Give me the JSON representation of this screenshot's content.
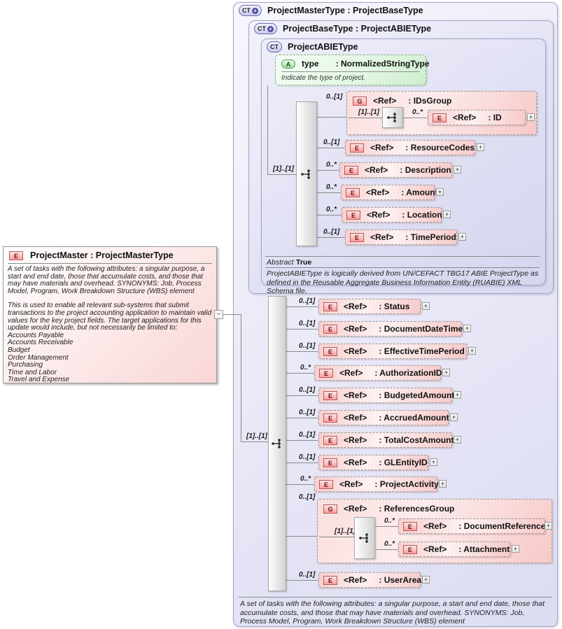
{
  "colors": {
    "panel_lavender": "#e6e6f7",
    "element_pink": "#f9cfcf",
    "attribute_green": "#e2f6e2",
    "line_gray": "#8a8a8a"
  },
  "left_element": {
    "badge": "E",
    "title": "ProjectMaster : ProjectMasterType",
    "annotation": {
      "p1": "A set of tasks with the following attributes: a singular purpose, a start and end date, those that accumulate costs, and those that may have materials and overhead. SYNONYMS: Job, Process Model, Program, Work Breakdown Structure (WBS) element",
      "p2": "This is used to enable all relevant sub-systems that submit transactions to the project accounting application to maintain valid values for the key project fields.  The target applications for this update would include, but not necessarily be limited to:",
      "list": [
        "Accounts Payable",
        "Accounts Receivable",
        "Budget",
        "Order Management",
        "Purchasing",
        "Time and Labor",
        "Travel and Expense"
      ]
    }
  },
  "connector": {
    "collapse_glyph": "−"
  },
  "outer": {
    "badge": "CT",
    "badge_plus": "+",
    "title": "ProjectMasterType : ProjectBaseType",
    "occurrence": "[1]..[1]",
    "annotation": "A set of tasks with the following attributes: a singular purpose, a start and end date, those that accumulate costs, and those that may have materials and overhead. SYNONYMS: Job, Process Model, Program, Work Breakdown Structure (WBS) element"
  },
  "base": {
    "badge": "CT",
    "badge_plus": "+",
    "title": "ProjectBaseType : ProjectABIEType"
  },
  "abie": {
    "badge": "CT",
    "title": "ProjectABIEType",
    "occurrence": "[1]..[1]",
    "attribute": {
      "badge": "A",
      "name": "type",
      "type": ": NormalizedStringType",
      "annotation": "Indicate the type of project."
    },
    "abstract_label": "Abstract",
    "abstract_value": "True",
    "annotation": "ProjectABIEType is logically derived from UN/CEFACT TBG17 ABIE ProjectType as defined in the Reusable Aggregate Business Information Entity (RUABIE) XML Schema file."
  },
  "ids_group": {
    "occurs": "0..[1]",
    "badge": "G",
    "ref": "<Ref>",
    "name": ": IDsGroup",
    "inner_occurs": "[1]..[1]",
    "child": {
      "occurs": "0..*",
      "badge": "E",
      "ref": "<Ref>",
      "name": ": ID",
      "expand": "+"
    }
  },
  "abie_elements": [
    {
      "occurs": "0..[1]",
      "badge": "E",
      "ref": "<Ref>",
      "name": ": ResourceCodes",
      "expand": "+"
    },
    {
      "occurs": "0..*",
      "badge": "E",
      "ref": "<Ref>",
      "name": ": Description",
      "expand": "+"
    },
    {
      "occurs": "0..*",
      "badge": "E",
      "ref": "<Ref>",
      "name": ": Amount",
      "expand": "+"
    },
    {
      "occurs": "0..*",
      "badge": "E",
      "ref": "<Ref>",
      "name": ": Location",
      "expand": "+"
    },
    {
      "occurs": "0..[1]",
      "badge": "E",
      "ref": "<Ref>",
      "name": ": TimePeriod",
      "expand": "+"
    }
  ],
  "master_elements": [
    {
      "occurs": "0..[1]",
      "badge": "E",
      "ref": "<Ref>",
      "name": ": Status",
      "expand": "+"
    },
    {
      "occurs": "0..[1]",
      "badge": "E",
      "ref": "<Ref>",
      "name": ": DocumentDateTime",
      "expand": "+"
    },
    {
      "occurs": "0..[1]",
      "badge": "E",
      "ref": "<Ref>",
      "name": ": EffectiveTimePeriod",
      "expand": "+"
    },
    {
      "occurs": "0..*",
      "badge": "E",
      "ref": "<Ref>",
      "name": ": AuthorizationID",
      "expand": "+"
    },
    {
      "occurs": "0..[1]",
      "badge": "E",
      "ref": "<Ref>",
      "name": ": BudgetedAmount",
      "expand": "+"
    },
    {
      "occurs": "0..[1]",
      "badge": "E",
      "ref": "<Ref>",
      "name": ": AccruedAmount",
      "expand": "+"
    },
    {
      "occurs": "0..[1]",
      "badge": "E",
      "ref": "<Ref>",
      "name": ": TotalCostAmount",
      "expand": "+"
    },
    {
      "occurs": "0..[1]",
      "badge": "E",
      "ref": "<Ref>",
      "name": ": GLEntityID",
      "expand": "+"
    },
    {
      "occurs": "0..*",
      "badge": "E",
      "ref": "<Ref>",
      "name": ": ProjectActivity",
      "expand": "+"
    }
  ],
  "references_group": {
    "occurs": "0..[1]",
    "badge": "G",
    "ref": "<Ref>",
    "name": ": ReferencesGroup",
    "inner_occurs": "[1]..[1]",
    "children": [
      {
        "occurs": "0..*",
        "badge": "E",
        "ref": "<Ref>",
        "name": ": DocumentReference",
        "expand": "+"
      },
      {
        "occurs": "0..*",
        "badge": "E",
        "ref": "<Ref>",
        "name": ": Attachment",
        "expand": "+"
      }
    ]
  },
  "user_area": {
    "occurs": "0..[1]",
    "badge": "E",
    "ref": "<Ref>",
    "name": ": UserArea",
    "expand": "+"
  }
}
